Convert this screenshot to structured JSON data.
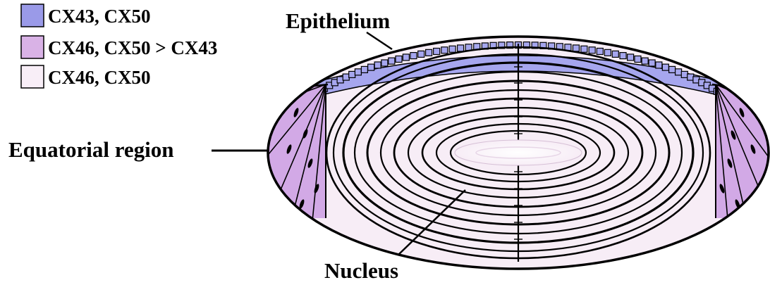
{
  "legend": {
    "items": [
      {
        "label": "CX43, CX50",
        "color": "#9a9ae8"
      },
      {
        "label": "CX46, CX50 > CX43",
        "color": "#d9b2e6"
      },
      {
        "label": "CX46, CX50",
        "color": "#f8eef7"
      }
    ]
  },
  "labels": {
    "epithelium": "Epithelium",
    "equatorial": "Equatorial region",
    "nucleus": "Nucleus"
  },
  "colors": {
    "epithelium_fill": "#a6a6ee",
    "equatorial_fill": "#d2a9e6",
    "fiber_fill": "#f7edf6",
    "nucleus_center": "#ffffff",
    "outline": "#000000"
  }
}
